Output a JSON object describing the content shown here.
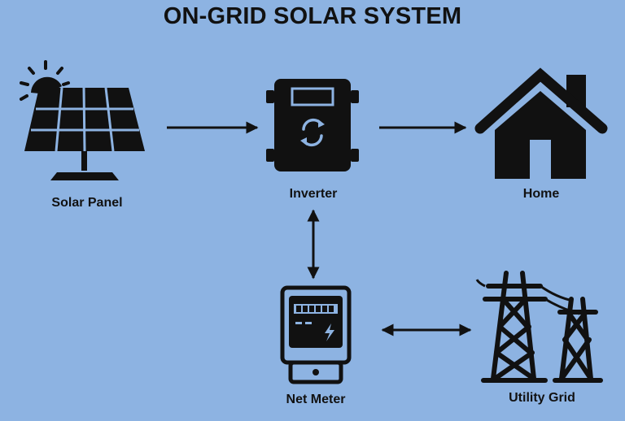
{
  "diagram": {
    "title": "ON-GRID SOLAR SYSTEM",
    "nodes": [
      {
        "id": "solar-panel",
        "label": "Solar Panel",
        "icon": "solar-panel-icon"
      },
      {
        "id": "inverter",
        "label": "Inverter",
        "icon": "inverter-icon"
      },
      {
        "id": "home",
        "label": "Home",
        "icon": "house-icon"
      },
      {
        "id": "net-meter",
        "label": "Net Meter",
        "icon": "electric-meter-icon"
      },
      {
        "id": "utility-grid",
        "label": "Utility Grid",
        "icon": "transmission-tower-icon"
      }
    ],
    "edges": [
      {
        "from": "solar-panel",
        "to": "inverter",
        "direction": "one-way"
      },
      {
        "from": "inverter",
        "to": "home",
        "direction": "one-way"
      },
      {
        "from": "inverter",
        "to": "net-meter",
        "direction": "two-way"
      },
      {
        "from": "net-meter",
        "to": "utility-grid",
        "direction": "two-way"
      }
    ],
    "colors": {
      "background": "#8db3e2",
      "ink": "#111111"
    }
  }
}
